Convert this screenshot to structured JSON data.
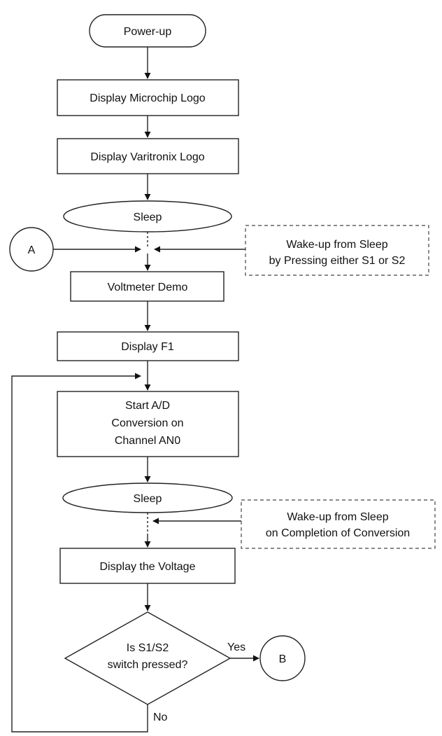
{
  "diagram": {
    "nodes": {
      "power_up": {
        "label": "Power-up"
      },
      "display_microchip_logo": {
        "label": "Display Microchip Logo"
      },
      "display_varitronix_logo": {
        "label": "Display Varitronix Logo"
      },
      "sleep_1": {
        "label": "Sleep"
      },
      "connector_a": {
        "label": "A"
      },
      "wake_note_1": {
        "lines": [
          "Wake-up from Sleep",
          "by Pressing either S1 or S2"
        ]
      },
      "voltmeter_demo": {
        "label": "Voltmeter Demo"
      },
      "display_f1": {
        "label": "Display F1"
      },
      "start_ad": {
        "lines": [
          "Start A/D",
          "Conversion on",
          "Channel AN0"
        ]
      },
      "sleep_2": {
        "label": "Sleep"
      },
      "wake_note_2": {
        "lines": [
          "Wake-up from Sleep",
          "on Completion of Conversion"
        ]
      },
      "display_voltage": {
        "label": "Display the Voltage"
      },
      "decision": {
        "lines": [
          "Is S1/S2",
          "switch pressed?"
        ]
      },
      "connector_b": {
        "label": "B"
      }
    },
    "edge_labels": {
      "yes": "Yes",
      "no": "No"
    }
  }
}
